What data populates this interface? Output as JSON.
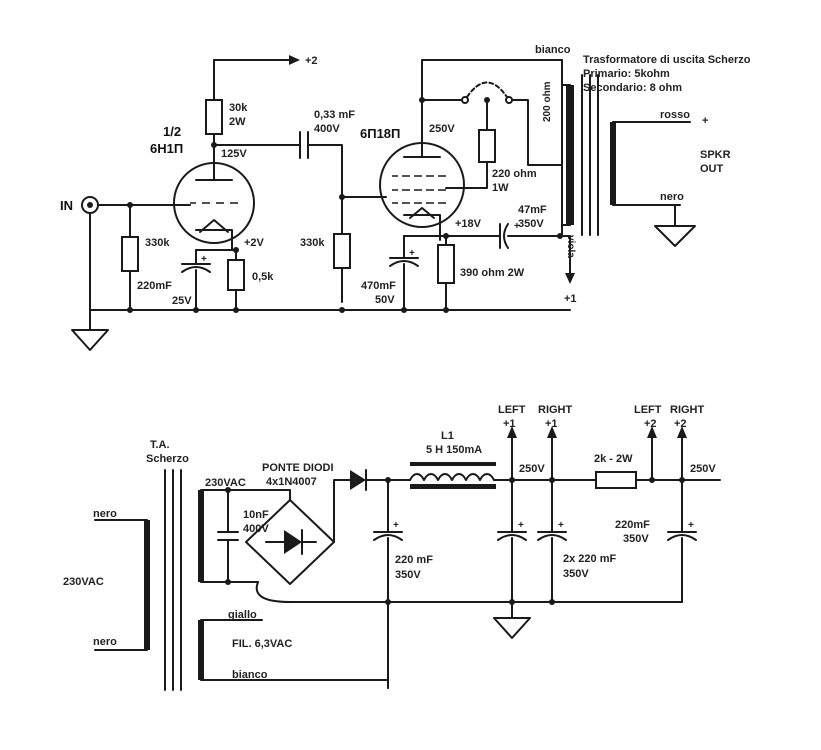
{
  "labels": {
    "plus2_top": "+2",
    "tube1_half": "1/2",
    "tube1_name": "6Н1П",
    "r_plate1_val": "30k",
    "r_plate1_pow": "2W",
    "v_plate1": "125V",
    "cap_couple_val": "0,33 mF",
    "cap_couple_v": "400V",
    "tube2_name": "6П18П",
    "v_plate2": "250V",
    "bianco_top": "bianco",
    "ot_title": "Trasformatore di uscita Scherzo",
    "ot_primary": "Primario: 5kohm",
    "ot_secondary": "Secondario: 8 ohm",
    "ot_200ohm": "200 ohm",
    "rosso": "rosso",
    "plus_sign": "+",
    "spkr_out_1": "SPKR",
    "spkr_out_2": "OUT",
    "nero_out": "nero",
    "in_label": "IN",
    "r_grid1": "330k",
    "v_cathode1": "+2V",
    "r_cathode1": "0,5k",
    "c_cathode1_val": "220mF",
    "c_cathode1_v": "25V",
    "r_grid2": "330k",
    "r_g2_val": "220 ohm",
    "r_g2_pow": "1W",
    "v_cathode2": "+18V",
    "c_out_val": "47mF",
    "c_out_v": "350V",
    "viola": "viola",
    "plus1_bottom": "+1",
    "c_cathode2_val": "470mF",
    "c_cathode2_v": "50V",
    "r_cathode2": "390 ohm 2W",
    "ta_1": "T.A.",
    "ta_2": "Scherzo",
    "v_230vac_sec": "230VAC",
    "bridge_1": "PONTE DIODI",
    "bridge_2": "4x1N4007",
    "l1_1": "L1",
    "l1_2": "5 H 150mA",
    "left_plus1_1": "LEFT",
    "left_plus1_2": "+1",
    "right_plus1_1": "RIGHT",
    "right_plus1_2": "+1",
    "left_plus2_1": "LEFT",
    "left_plus2_2": "+2",
    "right_plus2_1": "RIGHT",
    "right_plus2_2": "+2",
    "v_250_a": "250V",
    "r_drop": "2k - 2W",
    "v_250_b": "250V",
    "nero_p1": "nero",
    "c_snub_val": "10nF",
    "c_snub_v": "400V",
    "c_res1_val": "220 mF",
    "c_res1_v": "350V",
    "c_res2_val": "2x 220 mF",
    "c_res2_v": "350V",
    "c_res3_val": "220mF",
    "c_res3_v": "350V",
    "v_230vac_pri": "230VAC",
    "nero_p2": "nero",
    "giallo": "giallo",
    "fil": "FIL. 6,3VAC",
    "bianco_fil": "bianco"
  }
}
